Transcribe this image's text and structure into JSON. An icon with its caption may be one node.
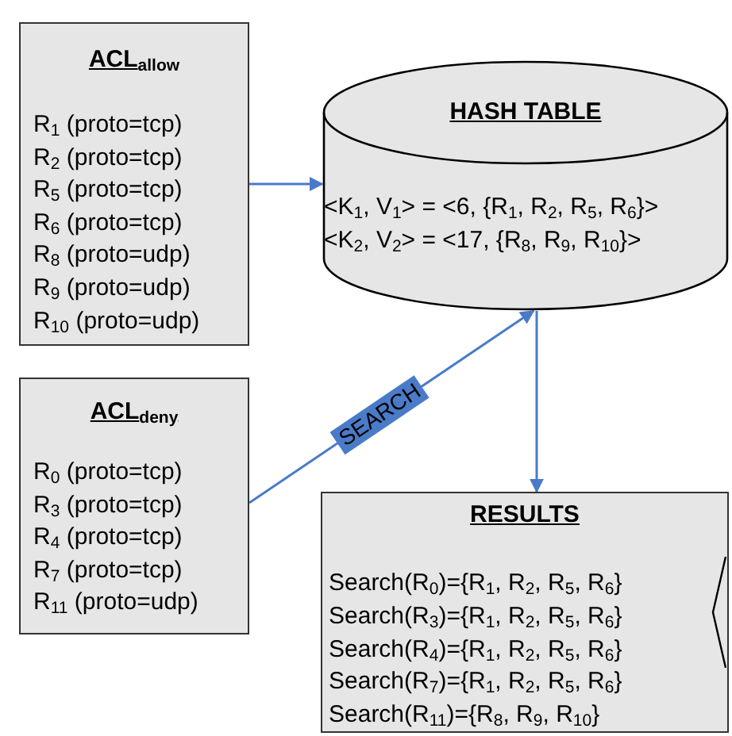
{
  "diagram": {
    "nodes": [
      {
        "text": [
          "ACL$_{allow}$",
          "R$_{1}$  (proto=tcp)",
          "R$_{2}$ (proto=tcp)",
          "R$_{5}$ (proto=tcp)",
          "R$_{6}$ (proto=tcp)",
          "R$_{8}$ (proto=udp)",
          "R$_{9}$ (proto=udp)",
          "R$_{10}$ (proto=udp)"
        ]
      },
      {
        "text": [
          "HASH TABLE",
          "<K$_{1}$, V$_{1}$> = <6, {R$_{1}$, R$_{2}$, R$_{5}$, R$_{6}$}>",
          "<K$_{2}$, V$_{2}$> = <17, {R$_{8}$, R$_{9}$, R$_{10}$}>"
        ]
      },
      {
        "text": [
          "ACL$_{deny}$",
          "R$_{0}$  (proto=tcp)",
          "R$_{3}$ (proto=tcp)",
          "R$_{4}$ (proto=tcp)",
          "R$_{7}$ (proto=tcp)",
          "R$_{11}$ (proto=udp)"
        ]
      },
      {
        "text": [
          "RESULTS",
          "Search(R$_{0}$)={R$_{1}$, R$_{2}$, R$_{5}$, R$_{6}$}",
          "Search(R$_{3}$)={R$_{1}$, R$_{2}$, R$_{5}$, R$_{6}$}",
          "Search(R$_{4}$)={R$_{1}$, R$_{2}$, R$_{5}$, R$_{6}$}",
          "Search(R$_{7}$)={R$_{1}$, R$_{2}$, R$_{5}$, R$_{6}$}",
          "Search(R$_{11}$)={R$_{8}$, R$_{9}$, R$_{10}$}"
        ]
      }
    ],
    "edges": [
      {
        "from": 0,
        "to": 1,
        "arrow": "to"
      },
      {
        "from": 2,
        "to": 1,
        "arrow": "to",
        "label": "SEARCH"
      },
      {
        "from": 1,
        "to": 3,
        "arrow": "to"
      }
    ]
  }
}
